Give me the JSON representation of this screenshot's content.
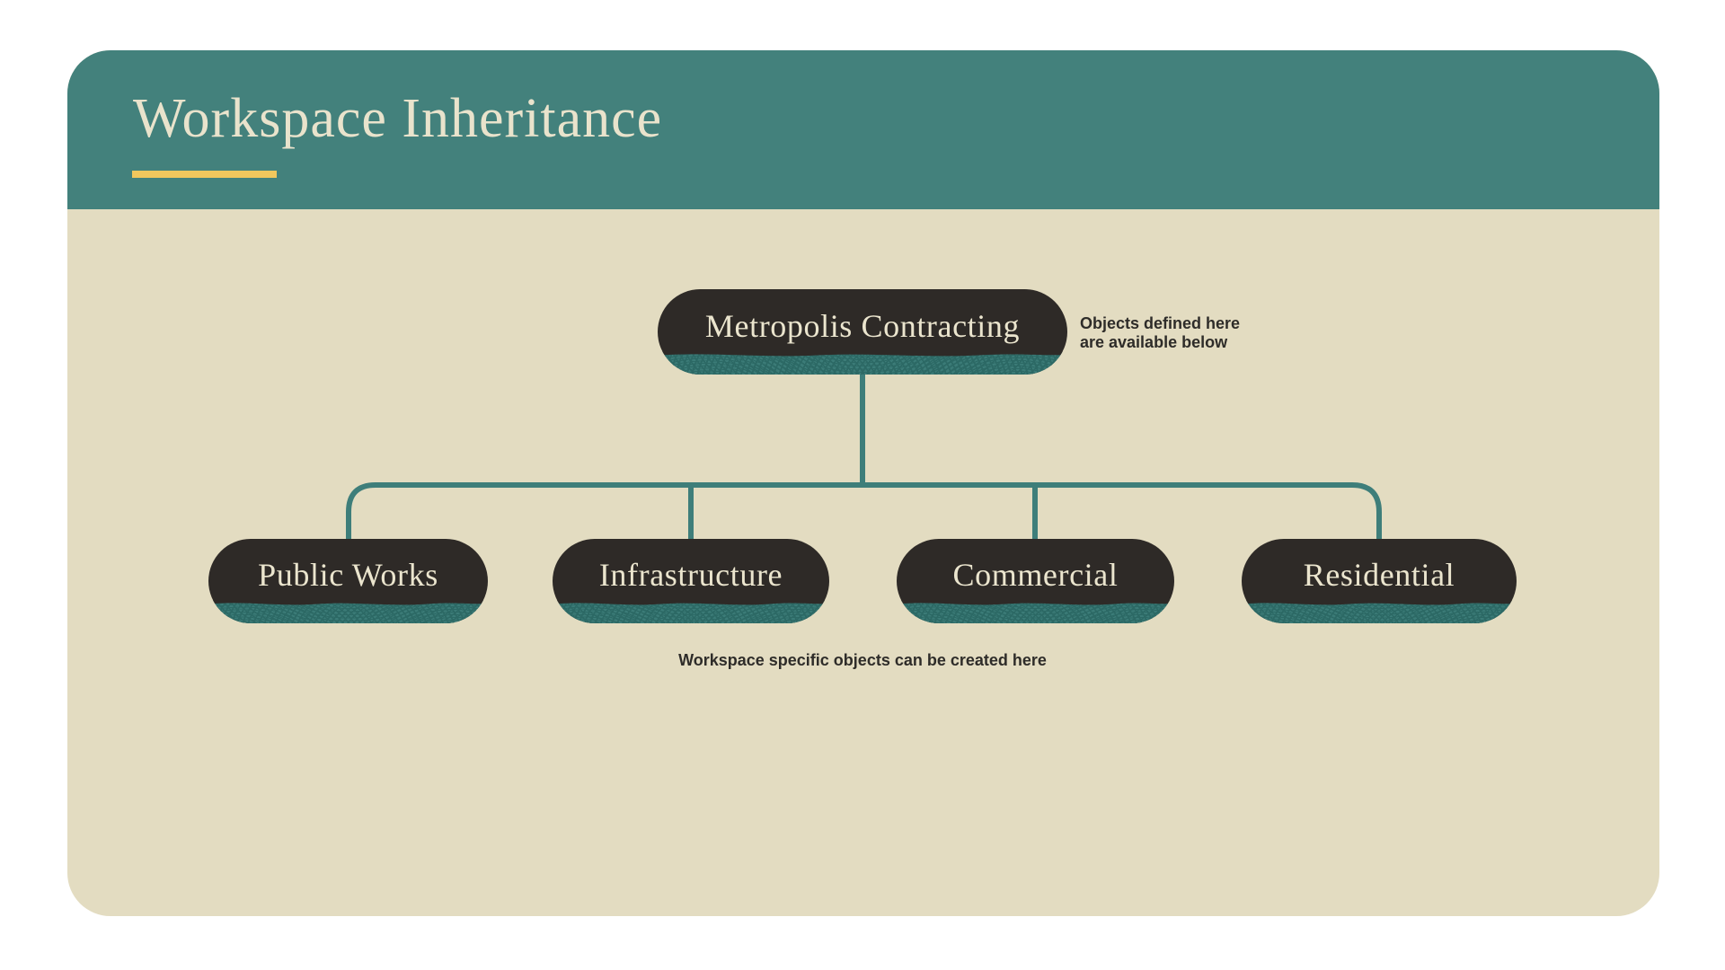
{
  "header": {
    "title": "Workspace Inheritance"
  },
  "diagram": {
    "root": {
      "label": "Metropolis Contracting",
      "annotation": "Objects defined here\nare available below"
    },
    "children": [
      {
        "label": "Public Works"
      },
      {
        "label": "Infrastructure"
      },
      {
        "label": "Commercial"
      },
      {
        "label": "Residential"
      }
    ],
    "footnote": "Workspace specific objects can be created here"
  },
  "colors": {
    "page_background": "#FFFFFF",
    "header_teal": "#43817C",
    "body_beige": "#E3DCC1",
    "node_dark": "#2E2A27",
    "node_text_cream": "#EBE5CE",
    "accent_yellow": "#F1C75D",
    "connector_teal": "#3E7E7A",
    "grain_teal": "#3B7B77",
    "grain_line_teal": "#2C6965",
    "annotation_text": "#2E2C29"
  }
}
